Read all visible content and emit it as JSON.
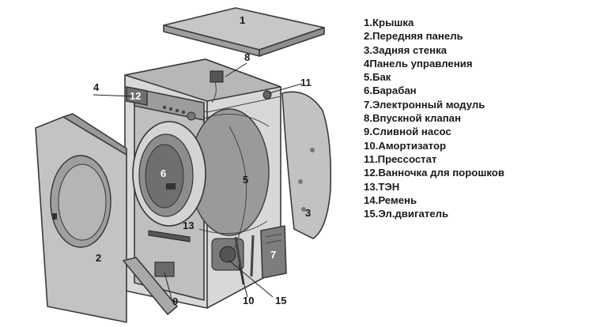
{
  "legend": [
    "1.Крышка",
    "2.Передняя панель",
    "3.Задняя стенка",
    "4Панель управления",
    "5.Бак",
    "6.Барабан",
    "7.Электронный модуль",
    "8.Впускной клапан",
    "9.Сливной насос",
    "10.Амортизатор",
    "11.Прессостат",
    "12.Ванночка для порошков",
    "13.ТЭН",
    "14.Ремень",
    "15.Эл.двигатель"
  ],
  "callouts": {
    "n1": "1",
    "n2": "2",
    "n3": "3",
    "n4": "4",
    "n5": "5",
    "n6": "6",
    "n7": "7",
    "n8": "8",
    "n9": "9",
    "n10": "10",
    "n11": "11",
    "n12": "12",
    "n13": "13",
    "n15": "15"
  },
  "colors": {
    "panel_fill": "#bdbdbd",
    "body_fill": "#b4b4b4",
    "dark_fill": "#8a8a8a",
    "outline": "#3a3a3a"
  }
}
